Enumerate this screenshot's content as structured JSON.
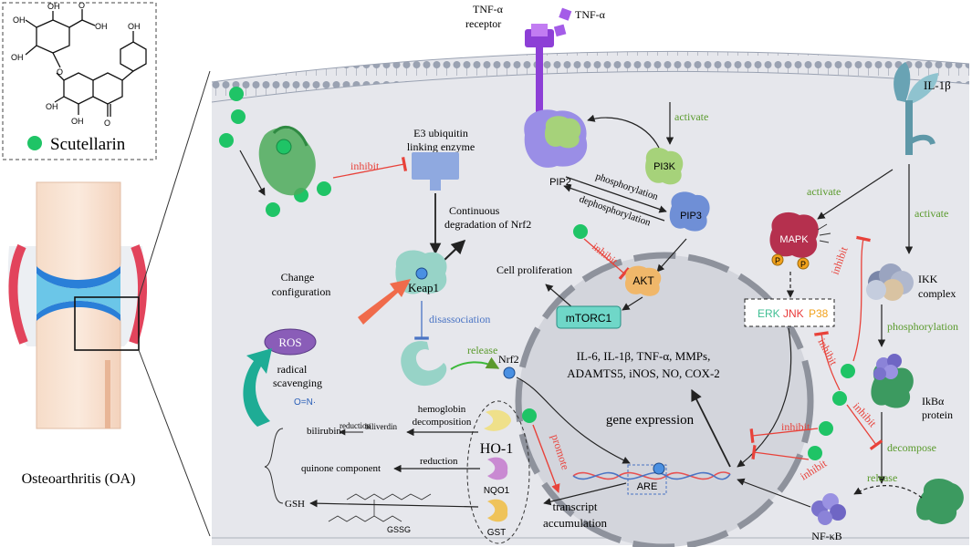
{
  "molecule": {
    "substituents": {
      "oh": "OH",
      "o": "O",
      "cooh": "OH"
    },
    "legend": "Scutellarin"
  },
  "joint": {
    "caption": "Osteoarthritis (OA)"
  },
  "receptors": {
    "tnf_receptor": "TNF-α receptor",
    "tnf": "TNF-α",
    "il1b": "IL-1β"
  },
  "left_panel": {
    "inhibit": "inhibit",
    "e3": [
      "E3 ubiquitin",
      "linking enzyme"
    ],
    "degradation": [
      "Continuous",
      "degradation of Nrf2"
    ],
    "change": [
      "Change",
      "configuration"
    ],
    "keap1": "Keap1",
    "disassociation": "disassociation",
    "release": "release",
    "nrf2": "Nrf2",
    "ros": "ROS",
    "scavenging": [
      "radical",
      "scavenging"
    ]
  },
  "pi3k_panel": {
    "pip2": "PIP2",
    "pi3k": "PI3K",
    "pip3": "PIP3",
    "activate": "activate",
    "phosphorylation": "phosphorylation",
    "dephosphorylation": "dephosphorylation",
    "inhibit": "inhibit",
    "akt": "AKT",
    "mtorc1": "mTORC1",
    "cell_proliferation": "Cell proliferation"
  },
  "mapk_panel": {
    "activate": "activate",
    "mapk": "MAPK",
    "p": "P",
    "erk": "ERK",
    "jnk": "JNK",
    "p38": "P38",
    "activate2": "activate",
    "ikk": [
      "IKK",
      "complex"
    ],
    "phosphorylation": "phosphorylation",
    "ikba": [
      "IkBα",
      "protein"
    ],
    "decompose": "decompose",
    "release": "release",
    "nfkb": "NF-κB",
    "inhibit_labels": [
      "inhibit",
      "inhibit",
      "inhibit",
      "inhibit",
      "inhibit"
    ]
  },
  "nucleus": {
    "cytokines": [
      "IL-6, IL-1β, TNF-α, MMPs,",
      "ADAMTS5, iNOS, NO, COX-2"
    ],
    "gene_expression": "gene expression",
    "are": "ARE",
    "promote": "promote",
    "transcript": [
      "transcript",
      "accumulation"
    ]
  },
  "ho1_panel": {
    "ho1": "HO-1",
    "nqo1": "NQO1",
    "gst": "GST",
    "hemoglobin": [
      "hemoglobin",
      "decomposition"
    ],
    "reduction1": "reduction",
    "biliverdin": "biliverdin",
    "bilirubin": "bilirubin",
    "no_label": "O=N·",
    "reduction2": "reduction",
    "quinone": "quinone component",
    "gsh": "GSH",
    "gssg": "GSSG"
  },
  "colors": {
    "green_text": "#5a9a2c",
    "red_text": "#e8423a",
    "blue_text": "#4a74c4",
    "cell_bg": "#e6e7ec",
    "nucleus": "#d3d5dc",
    "ball": "#1fc466",
    "ros": "#8a5db8",
    "mtorc1": "#6fd7c8",
    "akt": "#f0b76a",
    "mapk": "#b5304e",
    "erk": "#3fbf93",
    "jnk": "#e83a3a",
    "p38": "#f2a21c"
  }
}
